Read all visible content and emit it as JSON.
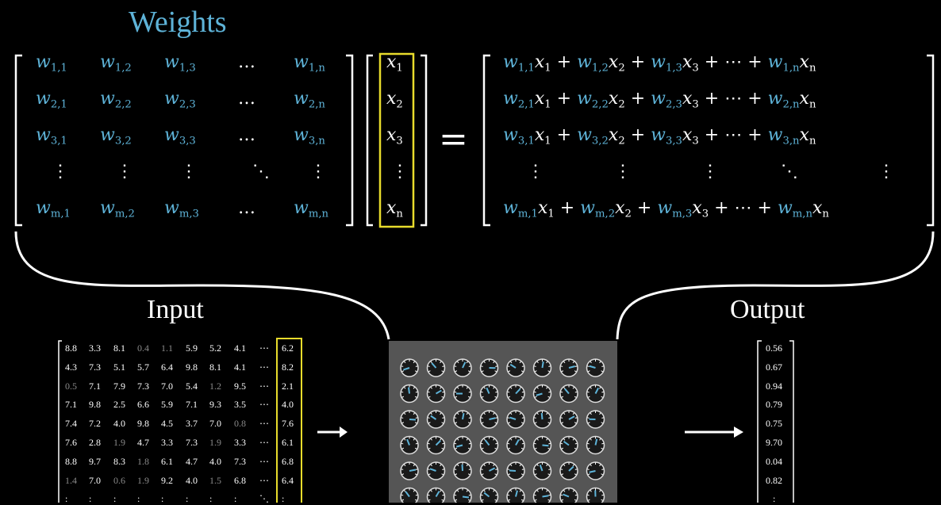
{
  "titles": {
    "weights": "Weights",
    "input": "Input",
    "output": "Output"
  },
  "colors": {
    "weight_blue": "#5eb3d8",
    "highlight_yellow": "#e8dc2c",
    "gauge_panel": "#555555"
  },
  "weight_matrix": {
    "rows": [
      [
        "1,1",
        "1,2",
        "1,3",
        "…",
        "1,n"
      ],
      [
        "2,1",
        "2,2",
        "2,3",
        "…",
        "2,n"
      ],
      [
        "3,1",
        "3,2",
        "3,3",
        "…",
        "3,n"
      ],
      [
        "⋮",
        "⋮",
        "⋮",
        "⋱",
        "⋮"
      ],
      [
        "m,1",
        "m,2",
        "m,3",
        "…",
        "m,n"
      ]
    ],
    "symbol": "w"
  },
  "vector_x": {
    "symbol": "x",
    "entries": [
      "1",
      "2",
      "3",
      "⋮",
      "n"
    ]
  },
  "equals": "=",
  "result_rows": [
    {
      "terms": [
        [
          "1,1",
          "1"
        ],
        [
          "1,2",
          "2"
        ],
        [
          "1,3",
          "3"
        ]
      ],
      "last": [
        "1,n",
        "n"
      ]
    },
    {
      "terms": [
        [
          "2,1",
          "1"
        ],
        [
          "2,2",
          "2"
        ],
        [
          "2,3",
          "3"
        ]
      ],
      "last": [
        "2,n",
        "n"
      ]
    },
    {
      "terms": [
        [
          "3,1",
          "1"
        ],
        [
          "3,2",
          "2"
        ],
        [
          "3,3",
          "3"
        ]
      ],
      "last": [
        "3,n",
        "n"
      ]
    },
    {
      "dots": true
    },
    {
      "terms": [
        [
          "m,1",
          "1"
        ],
        [
          "m,2",
          "2"
        ],
        [
          "m,3",
          "3"
        ]
      ],
      "last": [
        "m,n",
        "n"
      ]
    }
  ],
  "plus": "+",
  "ellipsis": "⋯",
  "input_matrix": {
    "rows": [
      [
        "8.8",
        "3.3",
        "8.1",
        "0.4",
        "1.1",
        "5.9",
        "5.2",
        "4.1",
        "⋯",
        "6.2"
      ],
      [
        "4.3",
        "7.3",
        "5.1",
        "5.7",
        "6.4",
        "9.8",
        "8.1",
        "4.1",
        "⋯",
        "8.2"
      ],
      [
        "0.5",
        "7.1",
        "7.9",
        "7.3",
        "7.0",
        "5.4",
        "1.2",
        "9.5",
        "⋯",
        "2.1"
      ],
      [
        "7.1",
        "9.8",
        "2.5",
        "6.6",
        "5.9",
        "7.1",
        "9.3",
        "3.5",
        "⋯",
        "4.0"
      ],
      [
        "7.4",
        "7.2",
        "4.0",
        "9.8",
        "4.5",
        "3.7",
        "7.0",
        "0.8",
        "⋯",
        "7.6"
      ],
      [
        "7.6",
        "2.8",
        "1.9",
        "4.7",
        "3.3",
        "7.3",
        "1.9",
        "3.3",
        "⋯",
        "6.1"
      ],
      [
        "8.8",
        "9.7",
        "8.3",
        "1.8",
        "6.1",
        "4.7",
        "4.0",
        "7.3",
        "⋯",
        "6.8"
      ],
      [
        "1.4",
        "7.0",
        "0.6",
        "1.9",
        "9.2",
        "4.0",
        "1.5",
        "6.8",
        "⋯",
        "6.4"
      ],
      [
        ":",
        ":",
        ":",
        ":",
        ":",
        ":",
        ":",
        ":",
        "⋱",
        ":"
      ]
    ]
  },
  "output_vector": [
    "0.56",
    "0.67",
    "0.94",
    "0.79",
    "0.75",
    "9.70",
    "0.04",
    "0.82",
    ":"
  ]
}
